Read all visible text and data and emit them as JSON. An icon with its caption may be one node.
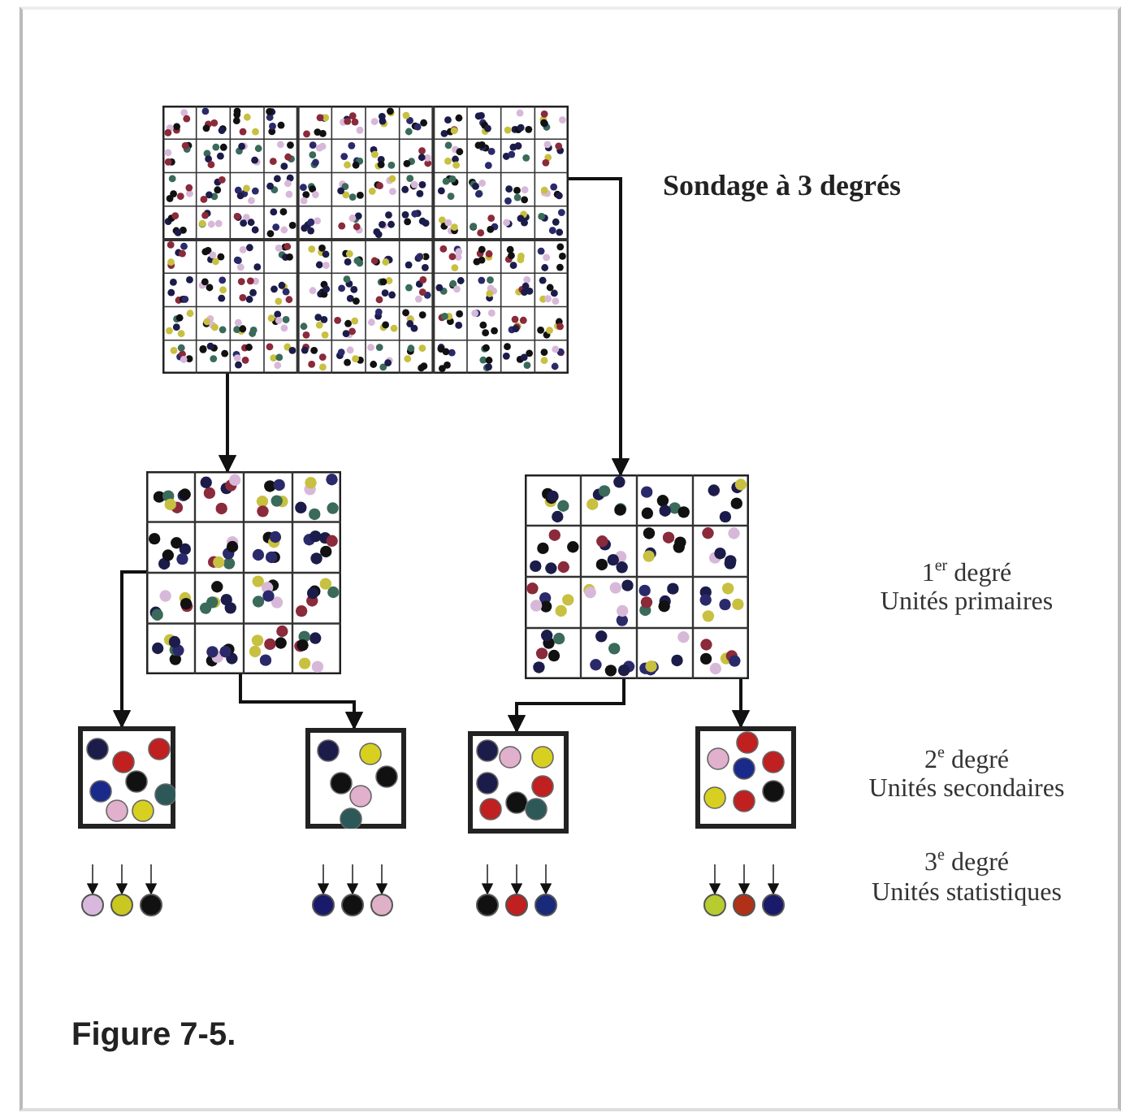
{
  "diagram": {
    "title": "Sondage à 3 degrés",
    "caption": "Figure 7-5.",
    "nodes": [
      {
        "text": [],
        "shape": "picture"
      },
      {
        "text": [],
        "shape": "picture"
      },
      {
        "text": [],
        "shape": "picture"
      },
      {
        "text": [],
        "shape": "picture"
      },
      {
        "text": [],
        "shape": "picture"
      },
      {
        "text": [],
        "shape": "picture"
      },
      {
        "text": [],
        "shape": "picture"
      },
      {
        "text": [],
        "shape": "circle"
      },
      {
        "text": [],
        "shape": "circle"
      },
      {
        "text": [],
        "shape": "circle"
      },
      {
        "text": [],
        "shape": "circle"
      },
      {
        "text": [],
        "shape": "circle"
      },
      {
        "text": [],
        "shape": "circle"
      },
      {
        "text": [],
        "shape": "circle"
      },
      {
        "text": [],
        "shape": "circle"
      },
      {
        "text": [],
        "shape": "circle"
      },
      {
        "text": [],
        "shape": "circle"
      },
      {
        "text": [],
        "shape": "circle"
      },
      {
        "text": [],
        "shape": "circle"
      }
    ],
    "edges": [
      {
        "from": 0,
        "to": 1,
        "arrow": "to"
      },
      {
        "from": 0,
        "to": 2,
        "arrow": "to"
      },
      {
        "from": 1,
        "to": 3,
        "arrow": "to"
      },
      {
        "from": 1,
        "to": 4,
        "arrow": "to"
      },
      {
        "from": 2,
        "to": 5,
        "arrow": "to"
      },
      {
        "from": 2,
        "to": 6,
        "arrow": "to"
      },
      {
        "from": null,
        "to": 7,
        "arrow": "to"
      },
      {
        "from": null,
        "to": 8,
        "arrow": "to"
      },
      {
        "from": null,
        "to": 9,
        "arrow": "to"
      },
      {
        "from": null,
        "to": 10,
        "arrow": "to"
      },
      {
        "from": null,
        "to": 11,
        "arrow": "to"
      },
      {
        "from": null,
        "to": 12,
        "arrow": "to"
      },
      {
        "from": null,
        "to": 13,
        "arrow": "to"
      },
      {
        "from": null,
        "to": 14,
        "arrow": "to"
      },
      {
        "from": null,
        "to": 15,
        "arrow": "to"
      },
      {
        "from": null,
        "to": 16,
        "arrow": "to"
      },
      {
        "from": null,
        "to": 17,
        "arrow": "to"
      },
      {
        "from": null,
        "to": 18,
        "arrow": "to"
      }
    ],
    "labels": [
      "1$^{er}$ degré",
      "Unités primaires",
      "2$^{e}$ degré",
      "Unités secondaires",
      "3$^{e}$ degré",
      "Unités statistiques"
    ]
  }
}
